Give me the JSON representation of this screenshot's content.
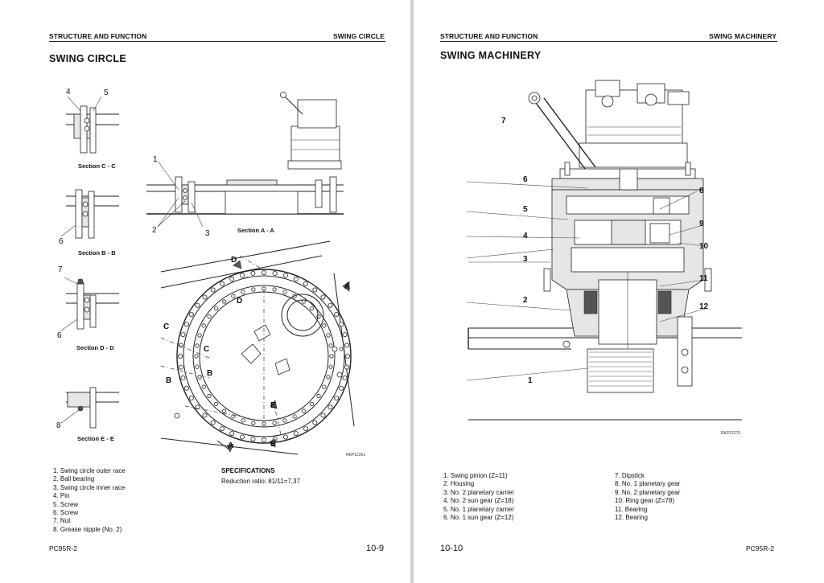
{
  "left_page": {
    "header_left": "STRUCTURE AND FUNCTION",
    "header_right": "SWING CIRCLE",
    "title": "SWING CIRCLE",
    "sections": {
      "cc": "Section C - C",
      "bb": "Section B - B",
      "dd": "Section D - D",
      "ee": "Section E - E",
      "aa": "Section A - A"
    },
    "callouts": {
      "n4": "4",
      "n5": "5",
      "n1": "1",
      "n2": "2",
      "n3": "3",
      "n6a": "6",
      "n7": "7",
      "n6b": "6",
      "n8": "8"
    },
    "view_letters": {
      "d_top": "D",
      "d_mid": "D",
      "a_right": "A",
      "c_left": "C",
      "c_mid": "C",
      "b_left": "B",
      "b_mid": "B",
      "e_mid": "E",
      "e_bot": "E",
      "a_bot": "A"
    },
    "drawing_code": "RKP12261",
    "parts": [
      "1.  Swing circle outer race",
      "2.  Ball bearing",
      "3.  Swing circle inner race",
      "4.  Pin",
      "5.  Screw",
      "6.  Screw",
      "7.  Nut",
      "8.  Grease nipple (No. 2)"
    ],
    "spec_title": "SPECIFICATIONS",
    "spec_text": "Reduction ratio: 81/11=7,37",
    "footer_model": "PC95R-2",
    "footer_page": "10-9"
  },
  "right_page": {
    "header_left": "STRUCTURE AND FUNCTION",
    "header_right": "SWING MACHINERY",
    "title": "SWING MACHINERY",
    "callouts": {
      "n7": "7",
      "n6": "6",
      "n8": "8",
      "n5": "5",
      "n9": "9",
      "n4": "4",
      "n10": "10",
      "n3": "3",
      "n11": "11",
      "n2": "2",
      "n12": "12",
      "n1": "1"
    },
    "drawing_code": "RKP12270",
    "parts_left": [
      "1.  Swing pinion (Z=11)",
      "2.  Housing",
      "3.  No. 2 planetary carrier",
      "4.  No. 2 sun gear (Z=18)",
      "5.  No. 1 planetary carrier",
      "6.  No. 1 sun gear (Z=12)"
    ],
    "parts_right": [
      "7.  Dipstick",
      "8.  No. 1 planetary gear",
      "9.  No. 2 planetary gear",
      "10.  Ring gear (Z=78)",
      "11.  Bearing",
      "12.  Bearing"
    ],
    "footer_page": "10-10",
    "footer_model": "PC95R-2"
  }
}
